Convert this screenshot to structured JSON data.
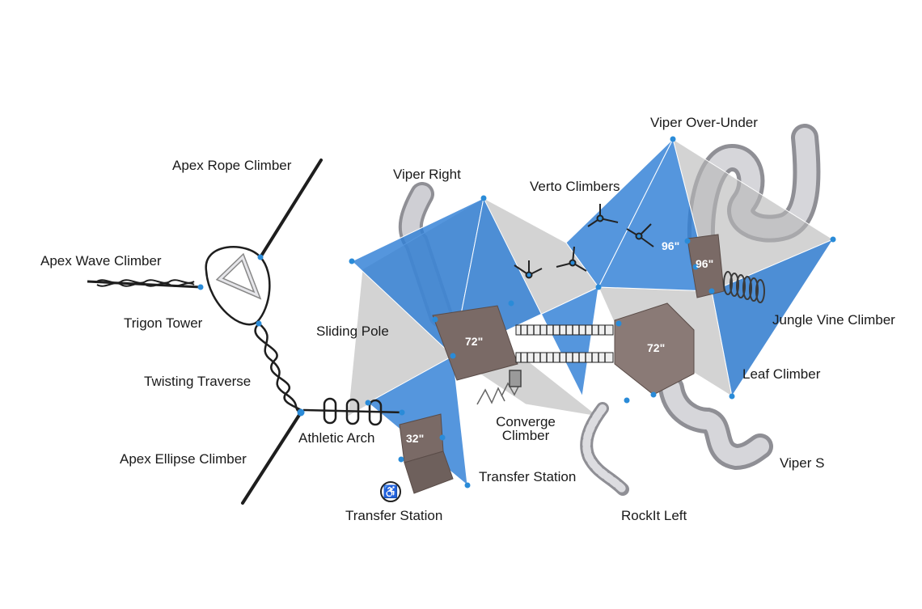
{
  "labels": {
    "apex_rope_climber": "Apex Rope Climber",
    "apex_wave_climber": "Apex Wave Climber",
    "trigon_tower": "Trigon Tower",
    "twisting_traverse": "Twisting Traverse",
    "apex_ellipse_climber": "Apex Ellipse Climber",
    "athletic_arch": "Athletic Arch",
    "viper_right": "Viper Right",
    "sliding_pole": "Sliding Pole",
    "verto_climbers": "Verto Climbers",
    "viper_over_under": "Viper Over-Under",
    "jungle_vine_climber": "Jungle Vine Climber",
    "leaf_climber": "Leaf Climber",
    "converge_climber": "Converge Climber",
    "transfer_station_mid": "Transfer Station",
    "transfer_station_bottom": "Transfer Station",
    "rockit_left": "RockIt Left",
    "viper_s": "Viper S"
  },
  "heights": {
    "deck_left": "72\"",
    "deck_center": "72\"",
    "deck_top_a": "96\"",
    "deck_top_b": "96\"",
    "deck_small": "32\""
  },
  "icons": {
    "accessibility": "wheelchair-icon"
  },
  "colors": {
    "shade_blue": "#2f7fd6",
    "shade_gray": "#b4b4b4",
    "post_blue": "#2a8bd8",
    "deck_brown": "#7a6a66",
    "slide_gray": "#c8c8cc",
    "rope": "#1e1e1e"
  }
}
